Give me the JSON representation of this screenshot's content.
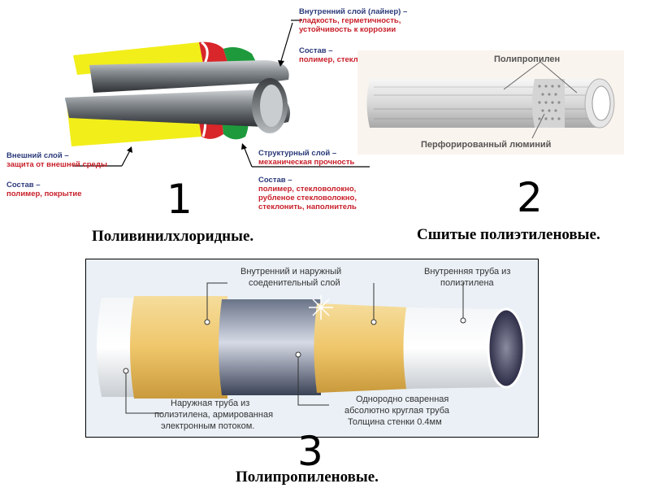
{
  "figure1": {
    "number": "1",
    "caption": "Поливинилхлоридные.",
    "inner_layer": {
      "title": "Внутренний слой (лайнер) –",
      "lines": [
        "гладкость, герметичность,",
        "устойчивость к коррозии"
      ]
    },
    "inner_composition": {
      "title": "Состав –",
      "line": "полимер, стекло"
    },
    "outer_layer": {
      "title": "Внешний слой –",
      "line": "защита от внешней среды"
    },
    "outer_composition": {
      "title": "Состав –",
      "line": "полимер, покрытие"
    },
    "structural_layer": {
      "title": "Структурный слой –",
      "line": "механическая прочность"
    },
    "structural_composition": {
      "title": "Состав –",
      "lines": [
        "полимер, стекловолокно,",
        "рубленое стекловолокно,",
        "стеклонить, наполнитель"
      ]
    }
  },
  "figure2": {
    "number": "2",
    "caption": "Сшитые полиэтиленовые.",
    "label_top": "Полипропилен",
    "label_bottom": "Перфорированный люминий"
  },
  "figure3": {
    "number": "3",
    "caption": "Полипропиленовые.",
    "label_connect": [
      "Внутренний и наружный",
      "соеденительный слой"
    ],
    "label_inner": [
      "Внутренняя труба из",
      "полиэтилена"
    ],
    "label_outer": [
      "Наружная труба из",
      "полиэтилена, армированная",
      "электронным потоком."
    ],
    "label_weld": [
      "Однородно сваренная",
      "абсолютно круглая труба",
      "Толщина стенки 0.4мм"
    ]
  },
  "colors": {
    "navy": "#2b3a7a",
    "red": "#c8202a",
    "yellow": "#f2ee1a",
    "green": "#1e9a3c",
    "pipe_red": "#d8262a",
    "gold": "#efc66a"
  }
}
